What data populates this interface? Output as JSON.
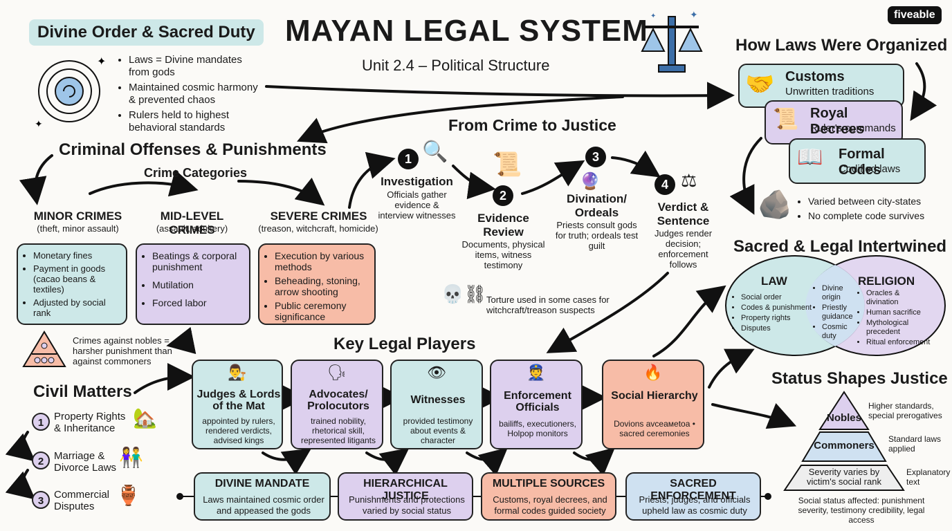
{
  "brand": "fiveable",
  "title": "MAYAN LEGAL SYSTEM",
  "subtitle": "Unit 2.4 – Political Structure",
  "divine": {
    "heading": "Divine Order & Sacred Duty",
    "bullets": [
      "Laws = Divine mandates from gods",
      "Maintained cosmic harmony & prevented chaos",
      "Rulers held to highest behavioral standards"
    ]
  },
  "organized": {
    "heading": "How Laws Were Organized",
    "customs": {
      "title": "Customs",
      "desc": "Unwritten traditions"
    },
    "decrees": {
      "title": "Royal Decrees",
      "desc": "Ruler's commands"
    },
    "codes": {
      "title": "Formal Codes",
      "desc": "Codified laws"
    },
    "notes": [
      "Varied between city-states",
      "No complete code survives"
    ]
  },
  "criminal": {
    "heading": "Criminal Offenses & Punishments",
    "categories_label": "Crime Categories",
    "minor": {
      "title": "MINOR CRIMES",
      "examples": "(theft, minor assault)",
      "items": [
        "Monetary fines",
        "Payment in goods (cacao beans & textiles)",
        "Adjusted by social rank"
      ]
    },
    "mid": {
      "title": "MID-LEVEL CRIMES",
      "examples": "(assault, adultery)",
      "items": [
        "Beatings & corporal punishment",
        "Mutilation",
        "Forced labor"
      ]
    },
    "severe": {
      "title": "SEVERE CRIMES",
      "examples": "(treason, witchcraft, homicide)",
      "items": [
        "Execution by various methods",
        "Beheading, stoning, arrow shooting",
        "Public ceremony significance"
      ]
    },
    "nobles_note": "Crimes against nobles = harsher punishment than against commoners"
  },
  "process": {
    "heading": "From Crime to Justice",
    "steps": [
      {
        "num": "1",
        "title": "Investigation",
        "desc": "Officials gather evidence & interview witnesses"
      },
      {
        "num": "2",
        "title": "Evidence Review",
        "desc": "Documents, physical items, witness testimony"
      },
      {
        "num": "3",
        "title": "Divination/ Ordeals",
        "desc": "Priests consult gods for truth; ordeals test guilt"
      },
      {
        "num": "4",
        "title": "Verdict & Sentence",
        "desc": "Judges render decision; enforcement follows"
      }
    ],
    "torture": "Torture used in some cases for witchcraft/treason suspects"
  },
  "sacred": {
    "heading": "Sacred & Legal Intertwined",
    "law": {
      "title": "LAW",
      "items": [
        "Social order",
        "Codes & punishment",
        "Property rights",
        "Disputes"
      ]
    },
    "religion": {
      "title": "RELIGION",
      "items": [
        "Oracles & divination",
        "Human sacrifice",
        "Mythological precedent",
        "Ritual enforcement"
      ]
    },
    "overlap": [
      "Divine origin",
      "Priestly guidance",
      "Cosmic duty"
    ]
  },
  "players": {
    "heading": "Key Legal Players",
    "cards": [
      {
        "title": "Judges & Lords of the Mat",
        "desc": "appointed by rulers, rendered verdicts, advised kings"
      },
      {
        "title": "Advocates/ Prolocutors",
        "desc": "trained nobility, rhetorical skill, represented litigants"
      },
      {
        "title": "Witnesses",
        "desc": "provided testimony about events & character"
      },
      {
        "title": "Enforcement Officials",
        "desc": "bailiffs, executioners, Holpop monitors"
      },
      {
        "title": "Social Hierarchy",
        "desc": "Dovions avceaмetoa • sacred ceremonies"
      }
    ]
  },
  "civil": {
    "heading": "Civil Matters",
    "items": [
      {
        "num": "1",
        "label": "Property Rights & Inheritance"
      },
      {
        "num": "2",
        "label": "Marriage & Divorce Laws"
      },
      {
        "num": "3",
        "label": "Commercial Disputes"
      }
    ]
  },
  "status": {
    "heading": "Status Shapes Justice",
    "tiers": [
      {
        "label": "Nobles",
        "note": "Higher standards, special prerogatives"
      },
      {
        "label": "Commoners",
        "note": "Standard laws applied"
      },
      {
        "label": "Severity varies by victim's social rank",
        "note": "Explanatory text"
      }
    ],
    "footer": "Social status affected: punishment severity, testimony credibility, legal access"
  },
  "themes": [
    {
      "title": "DIVINE MANDATE",
      "desc": "Laws maintained cosmic order and appeased the gods"
    },
    {
      "title": "HIERARCHICAL JUSTICE",
      "desc": "Punishments and protections varied by social status"
    },
    {
      "title": "MULTIPLE SOURCES",
      "desc": "Customs, royal decrees, and formal codes guided society"
    },
    {
      "title": "SACRED ENFORCEMENT",
      "desc": "Priests, judges, and officials upheld law as cosmic duty"
    }
  ],
  "colors": {
    "teal": "#cde8e8",
    "purple": "#ddd0ee",
    "salmon": "#f7bca7",
    "blue": "#cfe1f1"
  }
}
